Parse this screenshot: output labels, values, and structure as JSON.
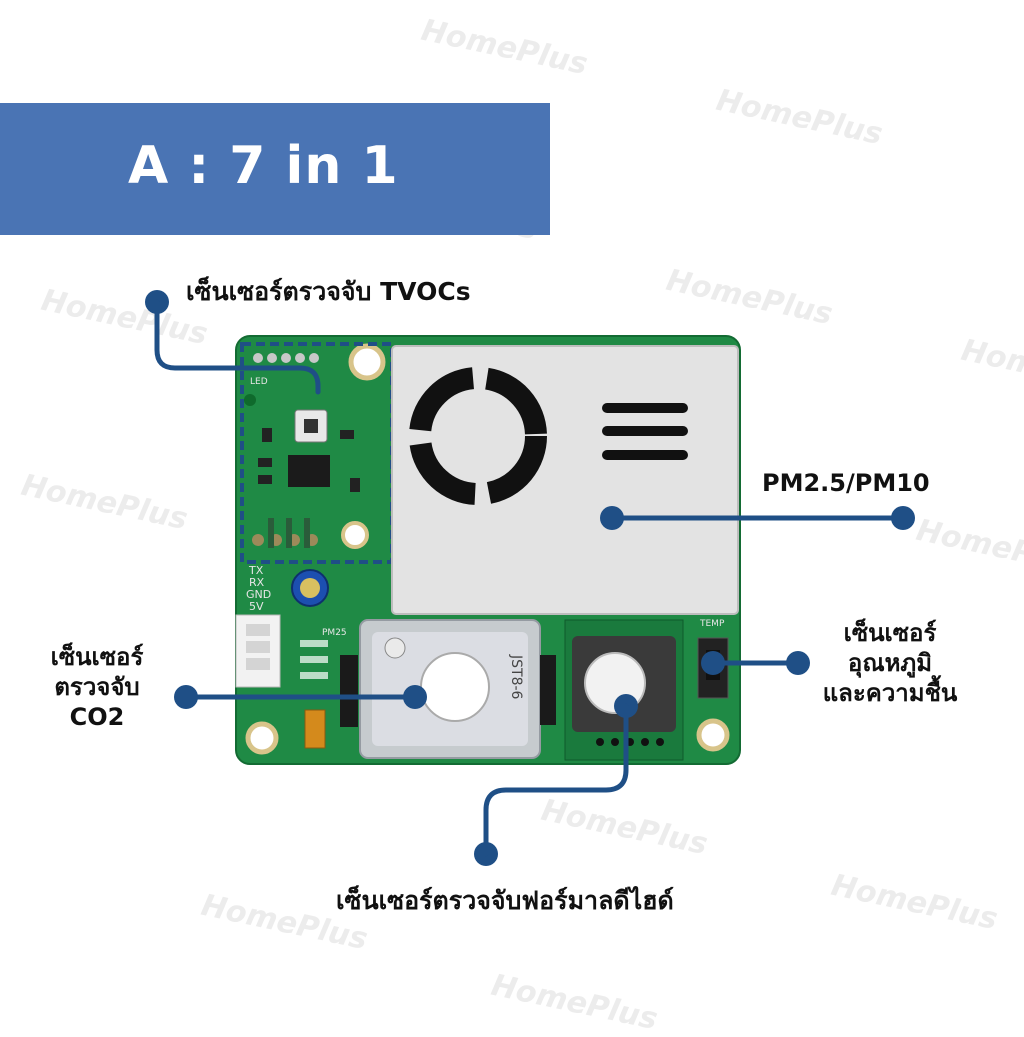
{
  "banner": {
    "title": "A : 7 in 1"
  },
  "labels": {
    "tvoc": "เซ็นเซอร์ตรวจจับ TVOCs",
    "pm": "PM2.5/PM10",
    "co2_line1": "เซ็นเซอร์",
    "co2_line2": "ตรวจจับ",
    "co2_line3": "CO2",
    "temp_line1": "เซ็นเซอร์",
    "temp_line2": "อุณหภูมิ",
    "temp_line3": "และความชื้น",
    "formaldehyde": "เซ็นเซอร์ตรวจจับฟอร์มาลดีไฮด์"
  },
  "board": {
    "pin_labels": [
      "TX",
      "RX",
      "GND",
      "5V"
    ],
    "co2_module_label": "JST8-6",
    "pm_label": "PM25",
    "temp_label": "TEMP",
    "led_label": "LED"
  },
  "watermark": "HomePlus",
  "colors": {
    "banner": "#4a74b4",
    "pcb": "#1f8a45",
    "callout": "#1f4f86",
    "sensor_can": "#e3e3e3"
  }
}
